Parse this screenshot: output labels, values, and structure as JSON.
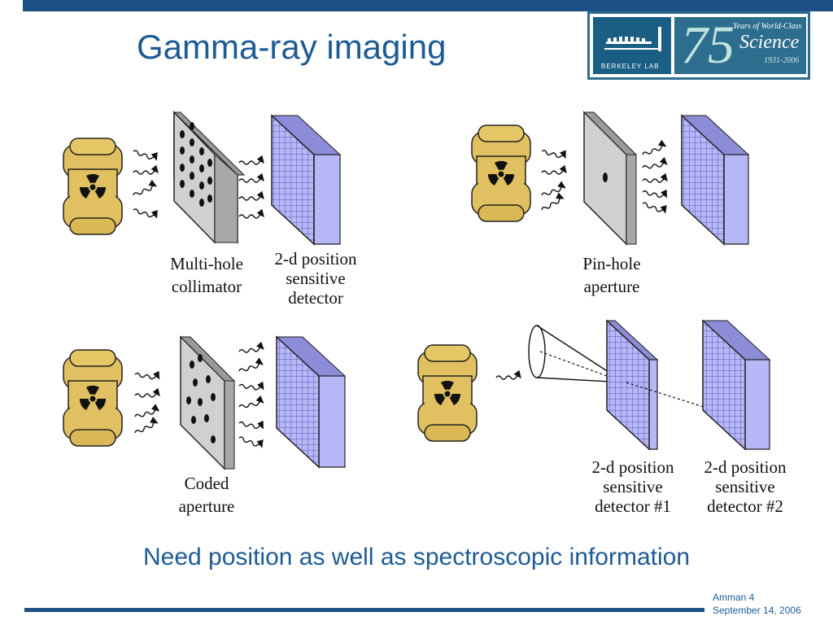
{
  "slide": {
    "title": "Gamma-ray imaging",
    "caption": "Need position as well as spectroscopic information",
    "footer_line1": "Amman 4",
    "footer_line2": "September 14, 2006"
  },
  "logo": {
    "lab_text": "BERKELEY LAB",
    "big_number": "75",
    "years_text": "Years of World-Class",
    "science_text": "Science",
    "years_range": "1931-2006"
  },
  "labels": {
    "multi_hole_1": "Multi-hole",
    "multi_hole_2": "collimator",
    "det_a_1": "2-d position",
    "det_a_2": "sensitive",
    "det_a_3": "detector",
    "pinhole_1": "Pin-hole",
    "pinhole_2": "aperture",
    "coded_1": "Coded",
    "coded_2": "aperture",
    "det1_1": "2-d position",
    "det1_2": "sensitive",
    "det1_3": "detector #1",
    "det2_1": "2-d position",
    "det2_2": "sensitive",
    "det2_3": "detector #2"
  },
  "colors": {
    "title_blue": "#1d5b95",
    "bar_blue": "#1d4f86",
    "source_gold": "#e0c060",
    "detector_blue": "#b7b7f7",
    "collimator_gray": "#cfcfcf"
  }
}
